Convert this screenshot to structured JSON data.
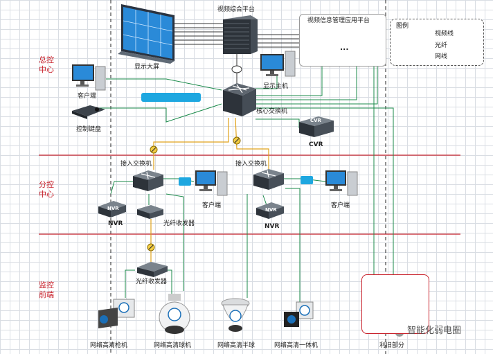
{
  "zones": {
    "main_center": "总控中心",
    "branch_center": "分控中心",
    "front_end": "监控前端"
  },
  "legend": {
    "title": "图例",
    "video_line": "视频线",
    "fiber": "光纤",
    "network_line": "网线"
  },
  "labels": {
    "video_platform": "视频综合平台",
    "app_platform": "视频信息管理应用平台",
    "ellipsis": "...",
    "display_wall": "显示大屏",
    "display_host": "显示主机",
    "client_top": "客户端",
    "control_keyboard": "控制键盘",
    "core_switch": "核心交换机",
    "cvr_top_badge": "CVR",
    "cvr": "CVR",
    "access_switch_left": "接入交换机",
    "access_switch_right": "接入交换机",
    "nvr_left_badge": "NVR",
    "nvr_left": "NVR",
    "nvr_right_badge": "NVR",
    "nvr_right": "NVR",
    "fiber_transceiver_mid": "光纤收发器",
    "client_mid_left": "客户端",
    "client_mid_right": "客户端",
    "fiber_transceiver_low": "光纤收发器",
    "hd_bullet_camera": "网络高清枪机",
    "hd_dome_camera": "网络高清球机",
    "hd_half_dome": "网络高清半球",
    "hd_all_in_one": "网络高清一体机",
    "legacy": "利旧部分",
    "watermark": "智能化弱电圈"
  },
  "colors": {
    "network": "#1a8a4a",
    "fiber": "#e0a21a",
    "video": "#333333",
    "zone_line": "#c8202a",
    "switch_bar": "#1ea7e0",
    "zone_text": "#c8202a"
  },
  "icons": [
    "display-wall-icon",
    "video-platform-icon",
    "server-icon",
    "monitor-icon",
    "keyboard-icon",
    "switch-icon",
    "cvr-icon",
    "nvr-icon",
    "transceiver-icon",
    "bullet-camera-icon",
    "dome-camera-icon",
    "half-dome-icon",
    "all-in-one-camera-icon",
    "fiber-connector-icon",
    "wechat-icon"
  ]
}
